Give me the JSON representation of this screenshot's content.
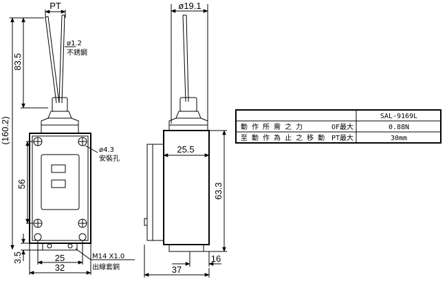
{
  "front_view": {
    "dim_pt": "PT",
    "dim_overall": "(160.2)",
    "dim_rod_length": "83.5",
    "rod_note_diameter": "ø1.2",
    "rod_note_material": "不銹鋼",
    "dim_body_height": "56",
    "dim_bottom": "3.5",
    "hole_note_diameter": "ø4.3",
    "hole_note_text": "安裝孔",
    "dim_hole_pitch": "25",
    "dim_body_width": "32",
    "thread_note": "M14 X1.0",
    "thread_note_text": "出線套銅"
  },
  "side_view": {
    "dim_head_diameter": "ø19.1",
    "dim_body_depth": "25.5",
    "dim_height": "63.3",
    "dim_outlet": "16",
    "dim_total_depth": "37"
  },
  "spec_table": {
    "model": "SAL-9169L",
    "rows": [
      {
        "label": "動 作 所 需 之 力",
        "symbol": "OF最大",
        "value": "0.88N"
      },
      {
        "label": "至 動 作 為 止 之 移 動",
        "symbol": "PT最大",
        "value": "30mm"
      }
    ]
  }
}
